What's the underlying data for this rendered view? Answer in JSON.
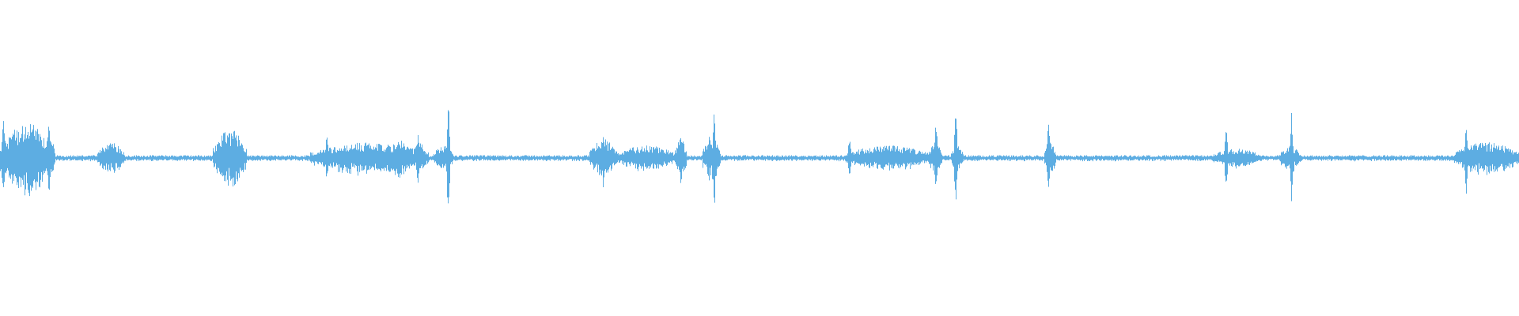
{
  "waveform": {
    "color": "#5dade2",
    "background": "#ffffff",
    "baseline_amplitude": 0.012,
    "bursts": [
      {
        "start": 0.0,
        "end": 0.034,
        "amp": 0.22,
        "peak": 0.3,
        "peak_at": 0.002
      },
      {
        "start": 0.014,
        "end": 0.026,
        "amp": 0.2,
        "peak": 0.24,
        "peak_at": 0.022
      },
      {
        "start": 0.029,
        "end": 0.036,
        "amp": 0.14,
        "peak": 0.28,
        "peak_at": 0.032
      },
      {
        "start": 0.064,
        "end": 0.082,
        "amp": 0.1,
        "peak": 0.12,
        "peak_at": 0.075
      },
      {
        "start": 0.14,
        "end": 0.162,
        "amp": 0.18,
        "peak": 0.26,
        "peak_at": 0.154
      },
      {
        "start": 0.204,
        "end": 0.282,
        "amp": 0.1,
        "peak": 0.16,
        "peak_at": 0.215
      },
      {
        "start": 0.256,
        "end": 0.27,
        "amp": 0.12,
        "peak": 0.14,
        "peak_at": 0.262
      },
      {
        "start": 0.272,
        "end": 0.28,
        "amp": 0.1,
        "peak": 0.18,
        "peak_at": 0.275
      },
      {
        "start": 0.285,
        "end": 0.298,
        "amp": 0.08,
        "peak": 0.4,
        "peak_at": 0.295
      },
      {
        "start": 0.388,
        "end": 0.406,
        "amp": 0.12,
        "peak": 0.18,
        "peak_at": 0.397
      },
      {
        "start": 0.406,
        "end": 0.445,
        "amp": 0.08,
        "peak": 0.1,
        "peak_at": 0.432
      },
      {
        "start": 0.444,
        "end": 0.452,
        "amp": 0.12,
        "peak": 0.18,
        "peak_at": 0.448
      },
      {
        "start": 0.462,
        "end": 0.474,
        "amp": 0.14,
        "peak": 0.32,
        "peak_at": 0.47
      },
      {
        "start": 0.556,
        "end": 0.612,
        "amp": 0.08,
        "peak": 0.14,
        "peak_at": 0.559
      },
      {
        "start": 0.611,
        "end": 0.62,
        "amp": 0.1,
        "peak": 0.26,
        "peak_at": 0.616
      },
      {
        "start": 0.626,
        "end": 0.634,
        "amp": 0.08,
        "peak": 0.34,
        "peak_at": 0.629
      },
      {
        "start": 0.687,
        "end": 0.695,
        "amp": 0.1,
        "peak": 0.26,
        "peak_at": 0.69
      },
      {
        "start": 0.798,
        "end": 0.83,
        "amp": 0.06,
        "peak": 0.24,
        "peak_at": 0.807
      },
      {
        "start": 0.842,
        "end": 0.856,
        "amp": 0.08,
        "peak": 0.3,
        "peak_at": 0.85
      },
      {
        "start": 0.957,
        "end": 1.0,
        "amp": 0.1,
        "peak": 0.24,
        "peak_at": 0.965
      }
    ]
  }
}
